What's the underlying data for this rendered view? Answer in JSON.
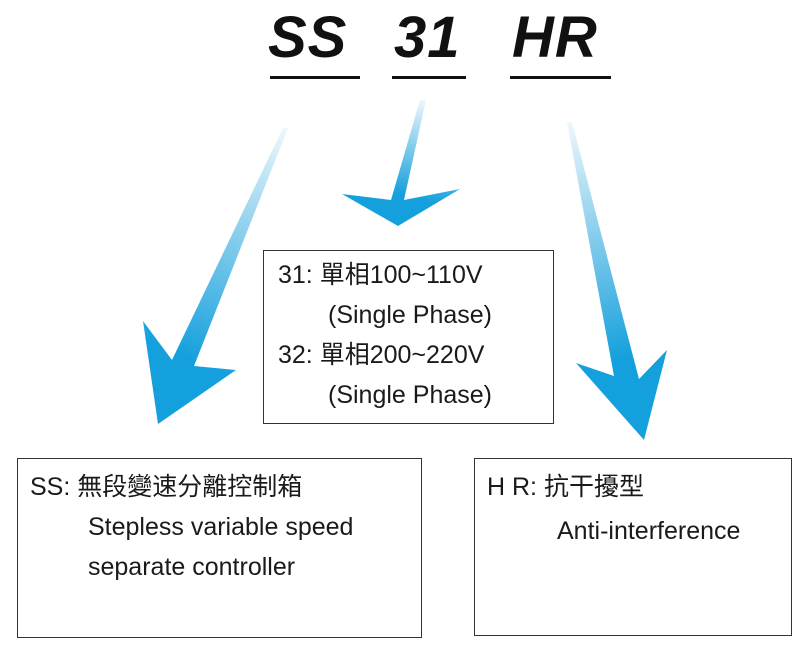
{
  "model_code": {
    "parts": [
      "SS",
      "31",
      "HR"
    ]
  },
  "voltage_box": {
    "lines": [
      "31: 單相100~110V",
      "(Single Phase)",
      "32: 單相200~220V",
      "(Single Phase)"
    ]
  },
  "ss_box": {
    "lines": [
      "SS: 無段變速分離控制箱",
      "Stepless variable speed",
      "separate controller"
    ]
  },
  "hr_box": {
    "lines": [
      "H R: 抗干擾型",
      "Anti-interference"
    ]
  },
  "colors": {
    "arrow_dark": "#14a0dc",
    "arrow_light": "#e6f3fa"
  }
}
